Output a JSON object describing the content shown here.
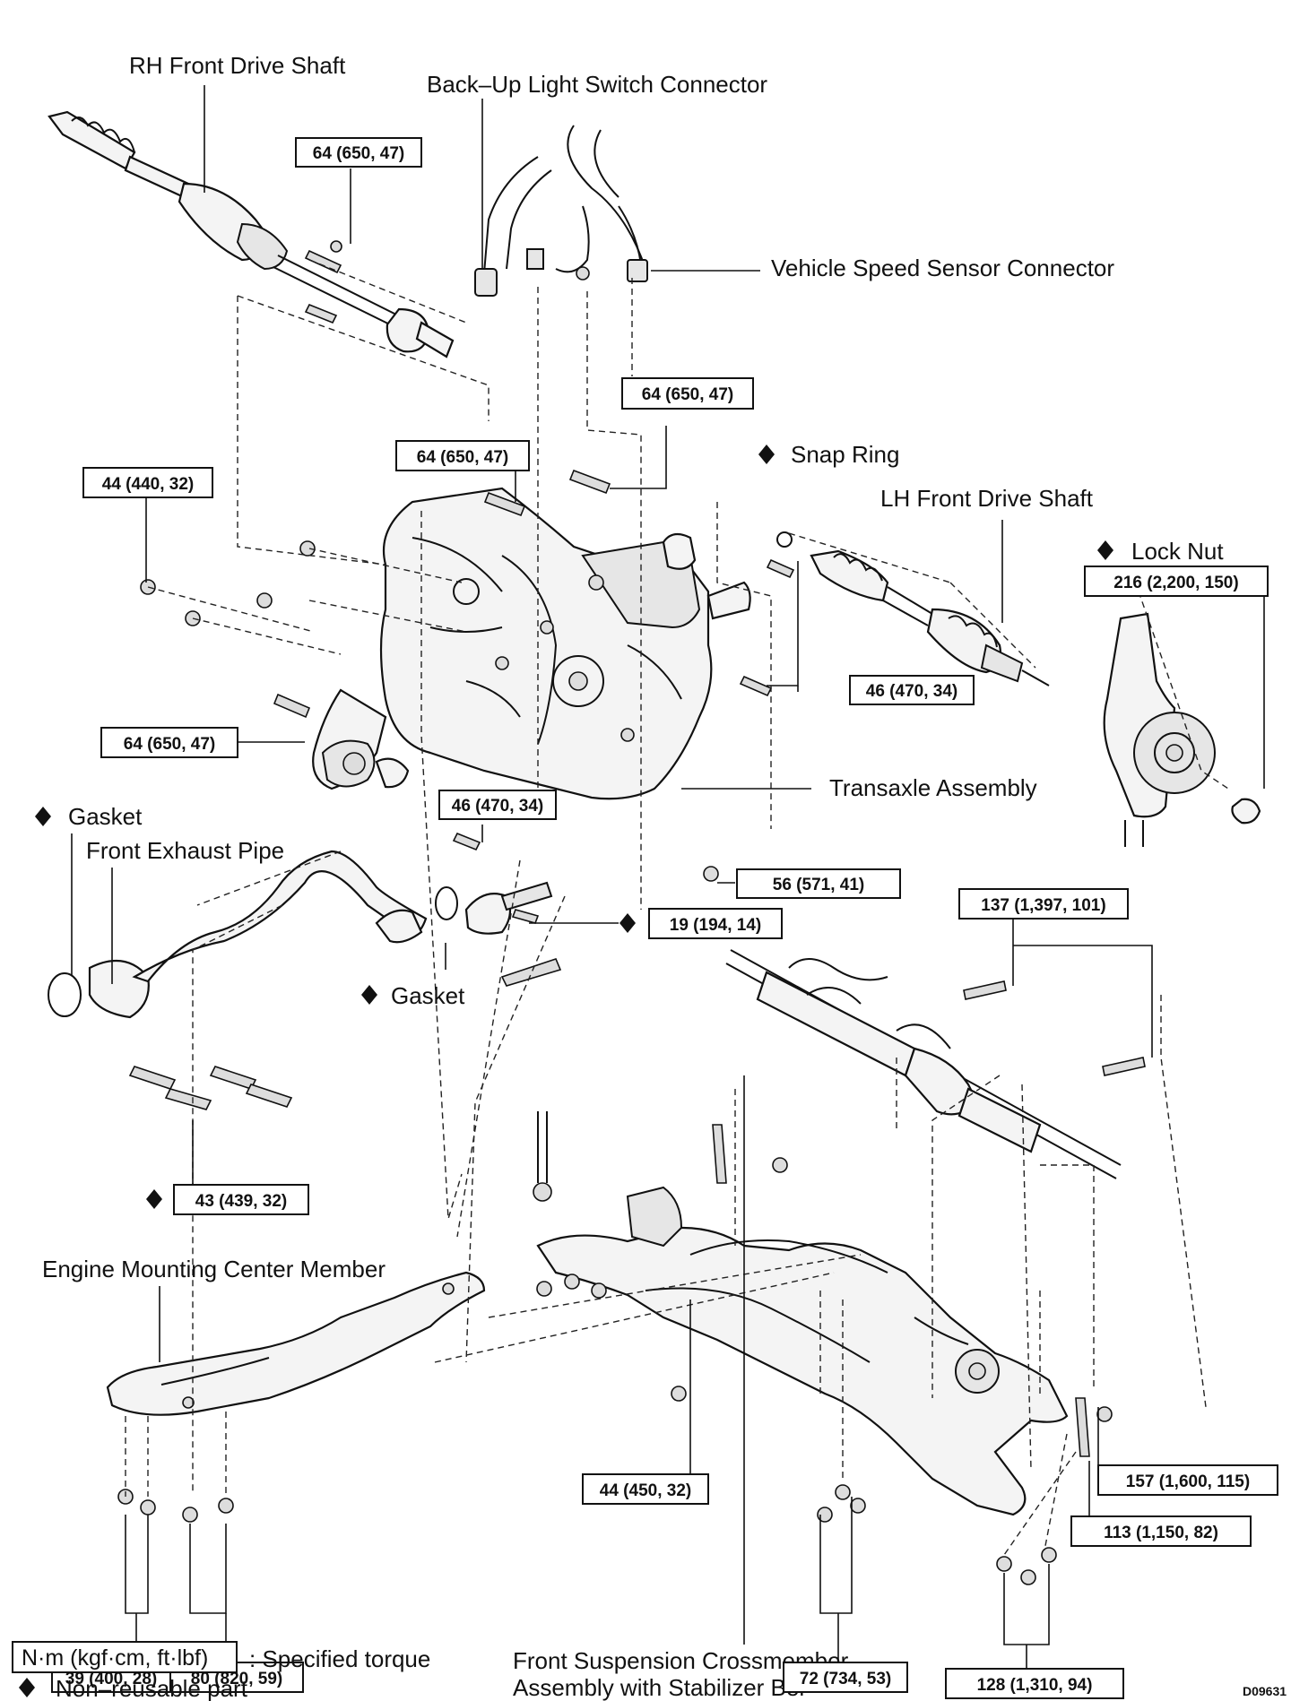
{
  "labels": {
    "rh_drive_shaft": "RH Front Drive Shaft",
    "backup_switch": "Back–Up Light Switch Connector",
    "speed_sensor": "Vehicle Speed Sensor Connector",
    "snap_ring": "Snap Ring",
    "lh_drive_shaft": "LH Front Drive Shaft",
    "lock_nut": "Lock Nut",
    "transaxle": "Transaxle Assembly",
    "gasket_left": "Gasket",
    "front_exhaust_pipe": "Front Exhaust Pipe",
    "gasket_center": "Gasket",
    "engine_mount_member": "Engine Mounting Center Member",
    "crossmember_line1": "Front Suspension Crossmember",
    "crossmember_line2": "Assembly with Stabilizer Ber"
  },
  "torques": {
    "t1": "64 (650, 47)",
    "t2": "64 (650, 47)",
    "t3": "64 (650, 47)",
    "t4": "44 (440, 32)",
    "t5": "216 (2,200, 150)",
    "t6": "46 (470, 34)",
    "t7": "64 (650, 47)",
    "t8": "46 (470, 34)",
    "t9": "56 (571, 41)",
    "t10": "19 (194, 14)",
    "t11": "137 (1,397, 101)",
    "t12": "43 (439, 32)",
    "t13": "44 (450, 32)",
    "t14": "157 (1,600, 115)",
    "t15": "113 (1,150, 82)",
    "t16": "39 (400, 28)",
    "t17": "80 (820, 59)",
    "t18": "72 (734, 53)",
    "t19": "128 (1,310, 94)"
  },
  "legend": {
    "unit_box": "N·m (kgf·cm, ft·lbf)",
    "unit_desc": ": Specified torque",
    "nonreusable": "Non–reusable part"
  },
  "figure_code": "D09631"
}
